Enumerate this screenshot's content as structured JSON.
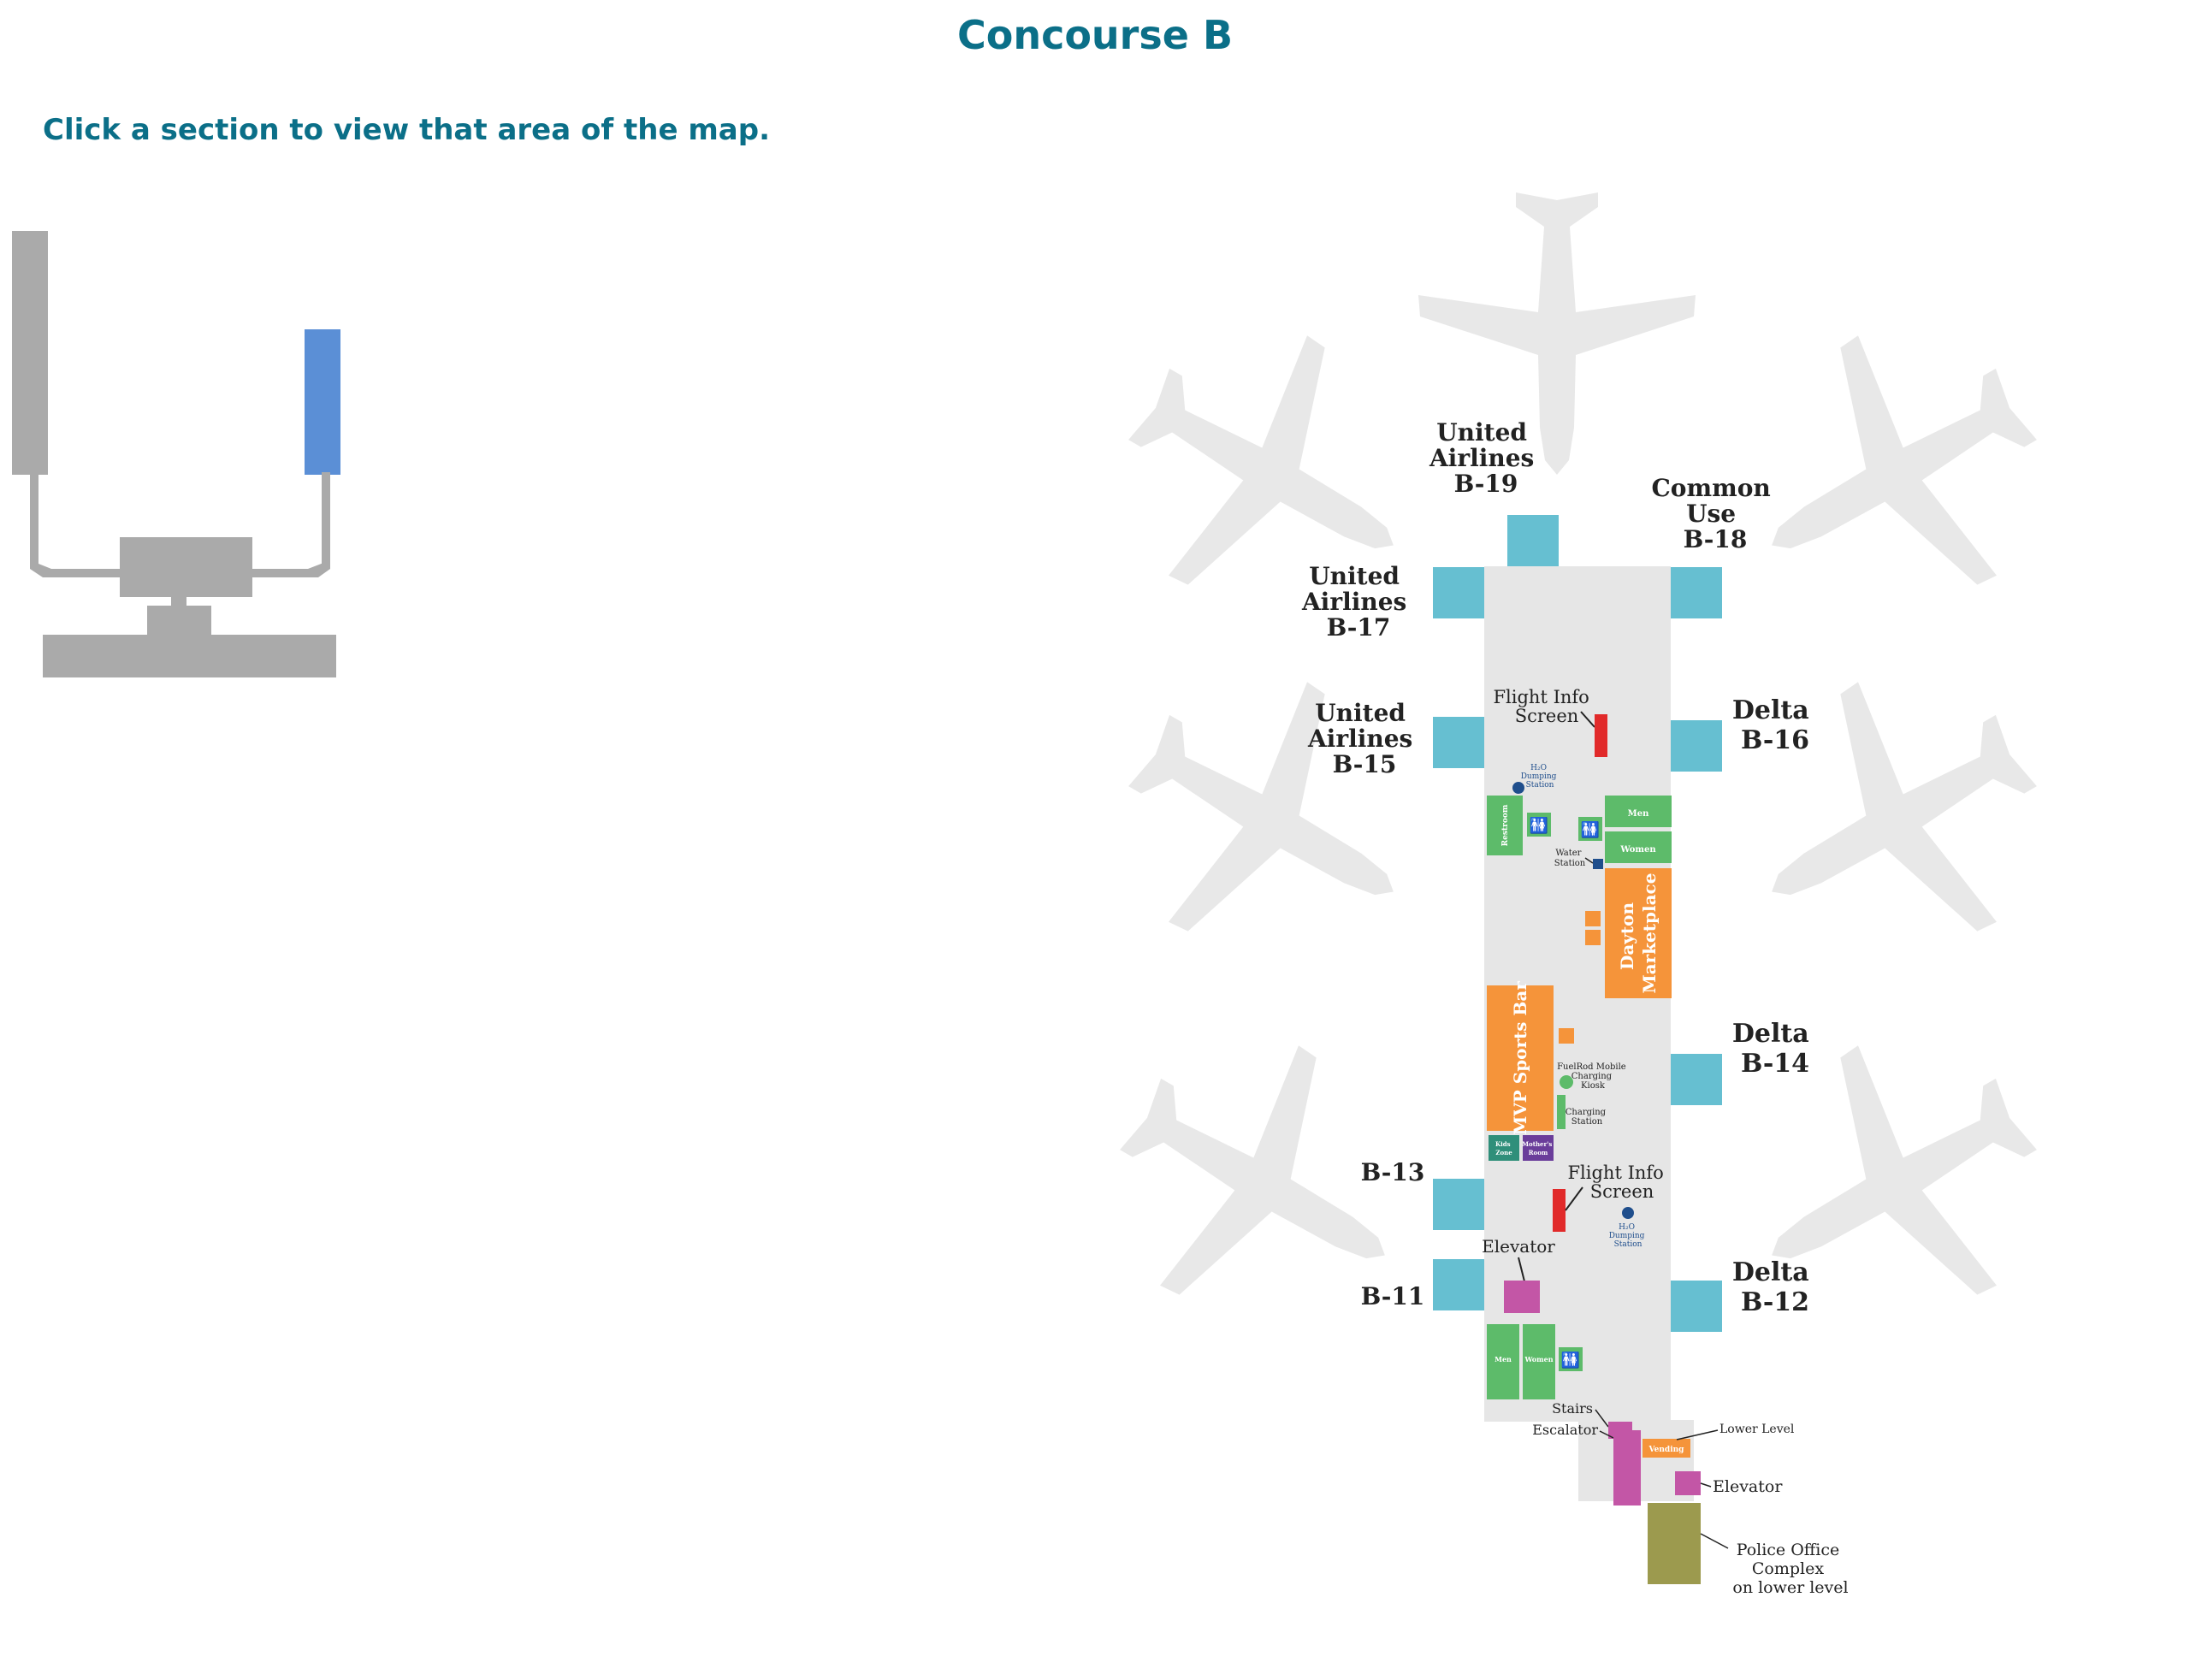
{
  "header": {
    "title": "Concourse B",
    "instruction": "Click a section to view that area of the map."
  },
  "colors": {
    "title": "#0b6f88",
    "gate": "#66bfd1",
    "concourse_floor": "#e6e6e6",
    "restroom": "#5dbb6a",
    "food": "#f5943a",
    "elevator": "#c356a6",
    "police": "#9c9a4e",
    "flight_info": "#e12a2a",
    "kids_zone": "#2f8f7a",
    "mothers_room": "#6a3d9a",
    "overview_inactive": "#aaaaaa",
    "overview_active": "#5b8fd6"
  },
  "overview": {
    "sections": [
      {
        "id": "concourse-a",
        "active": false
      },
      {
        "id": "concourse-b",
        "active": true
      },
      {
        "id": "connector",
        "active": false
      },
      {
        "id": "terminal",
        "active": false
      }
    ]
  },
  "gates": {
    "b19": {
      "line1": "United",
      "line2": "Airlines",
      "line3": "B-19"
    },
    "b18": {
      "line1": "Common",
      "line2": "Use",
      "line3": "B-18"
    },
    "b17": {
      "line1": "United",
      "line2": "Airlines",
      "line3": "B-17"
    },
    "b16": {
      "line1": "Delta",
      "line2": "B-16"
    },
    "b15": {
      "line1": "United",
      "line2": "Airlines",
      "line3": "B-15"
    },
    "b14": {
      "line1": "Delta",
      "line2": "B-14"
    },
    "b13": {
      "line1": "B-13"
    },
    "b12": {
      "line1": "Delta",
      "line2": "B-12"
    },
    "b11": {
      "line1": "B-11"
    }
  },
  "labels": {
    "flight_info_1": {
      "line1": "Flight Info",
      "line2": "Screen"
    },
    "flight_info_2": {
      "line1": "Flight Info",
      "line2": "Screen"
    },
    "h2o_1": {
      "line1": "H₂O",
      "line2": "Dumping",
      "line3": "Station"
    },
    "h2o_2": {
      "line1": "H₂O",
      "line2": "Dumping",
      "line3": "Station"
    },
    "restroom_vertical": "Restroom",
    "men_1": "Men",
    "women_1": "Women",
    "water_station": {
      "line1": "Water",
      "line2": "Station"
    },
    "dayton_marketplace": {
      "line1": "Dayton",
      "line2": "Marketplace"
    },
    "mvp_sports_bar": "MVP Sports Bar",
    "fuelrod": {
      "line1": "FuelRod Mobile",
      "line2": "Charging",
      "line3": "Kiosk"
    },
    "charging_station": {
      "line1": "Charging",
      "line2": "Station"
    },
    "kids_zone": {
      "line1": "Kids",
      "line2": "Zone"
    },
    "mothers_room": {
      "line1": "Mother's",
      "line2": "Room"
    },
    "elevator_1": "Elevator",
    "men_2": "Men",
    "women_2": "Women",
    "stairs": "Stairs",
    "escalator": "Escalator",
    "lower_level": "Lower Level",
    "vending": "Vending",
    "elevator_2": "Elevator",
    "police": {
      "line1": "Police Office",
      "line2": "Complex",
      "line3": "on lower level"
    }
  }
}
